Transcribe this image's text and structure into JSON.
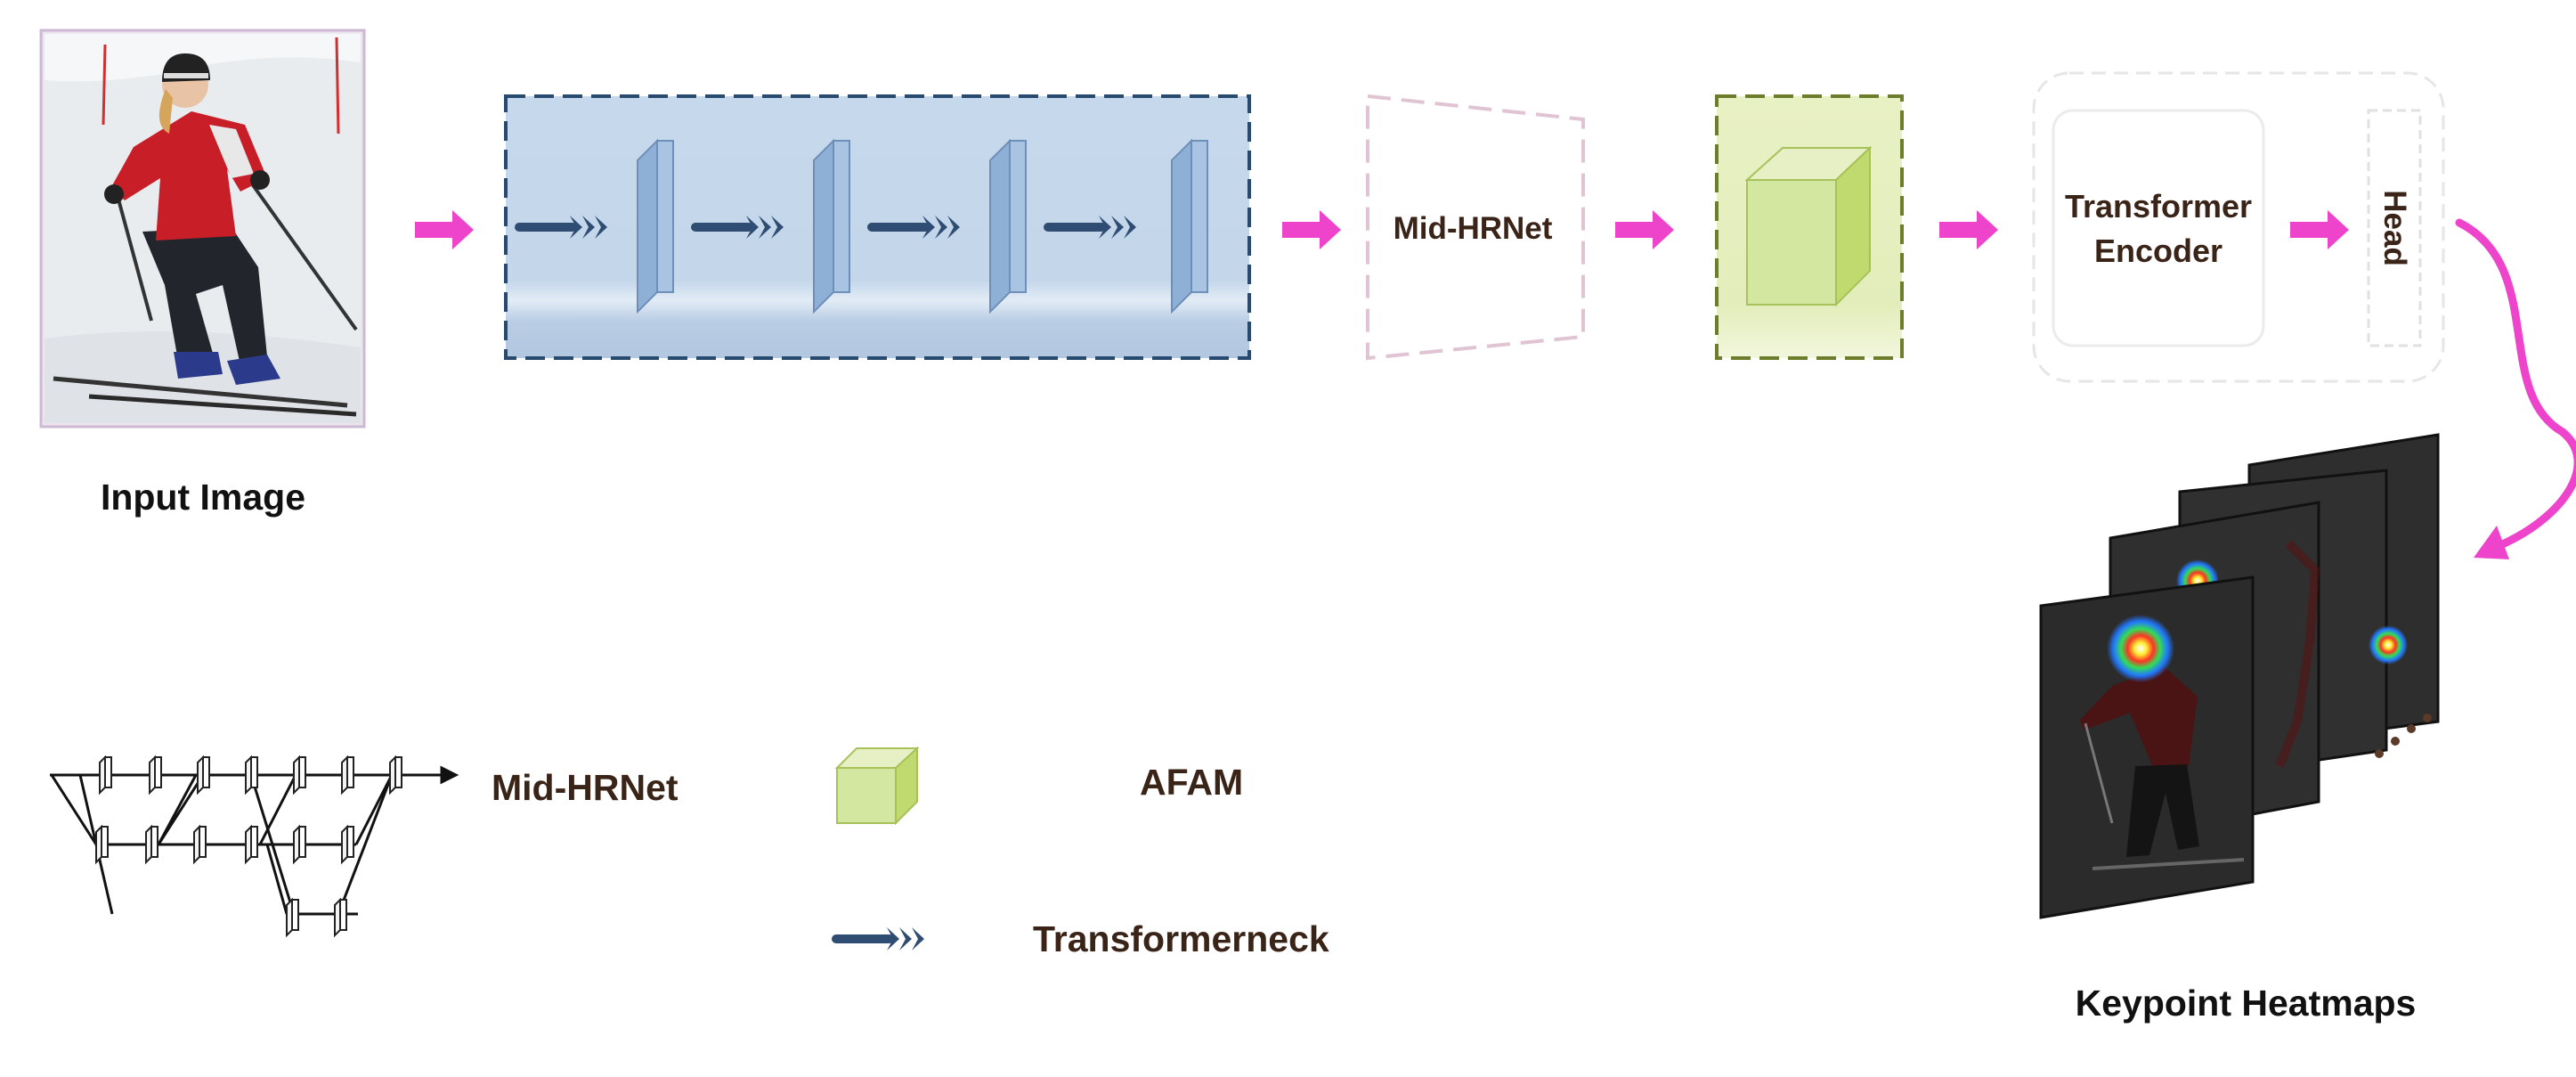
{
  "labels": {
    "input_image": "Input Image",
    "mid_hrnet_block": "Mid-HRNet",
    "transformer_encoder_line1": "Transformer",
    "transformer_encoder_line2": "Encoder",
    "head": "Head",
    "keypoint_heatmaps": "Keypoint Heatmaps"
  },
  "legend": {
    "mid_hrnet": "Mid-HRNet",
    "afam": "AFAM",
    "transformerneck": "Transformerneck"
  },
  "colors": {
    "flow_arrow": "#ee44cc",
    "backbone_fill": "#c4d6ea",
    "backbone_border": "#274a6e",
    "layer_fill": "#9dbbdc",
    "neck_arrow": "#2f4d72",
    "midhrnet_border": "#e0c4d4",
    "afam_fill": "#e6efbf",
    "afam_border": "#6c7e2c",
    "cube_front": "#d4e7a0",
    "cube_side": "#c0da70",
    "label_text": "#3a2418"
  },
  "icons": {
    "input_image": "skier-photo",
    "afam_cube": "green-cube-icon",
    "neck_arrow": "triple-chevron-arrow-icon",
    "mid_hrnet_schematic": "multi-branch-network-icon"
  }
}
